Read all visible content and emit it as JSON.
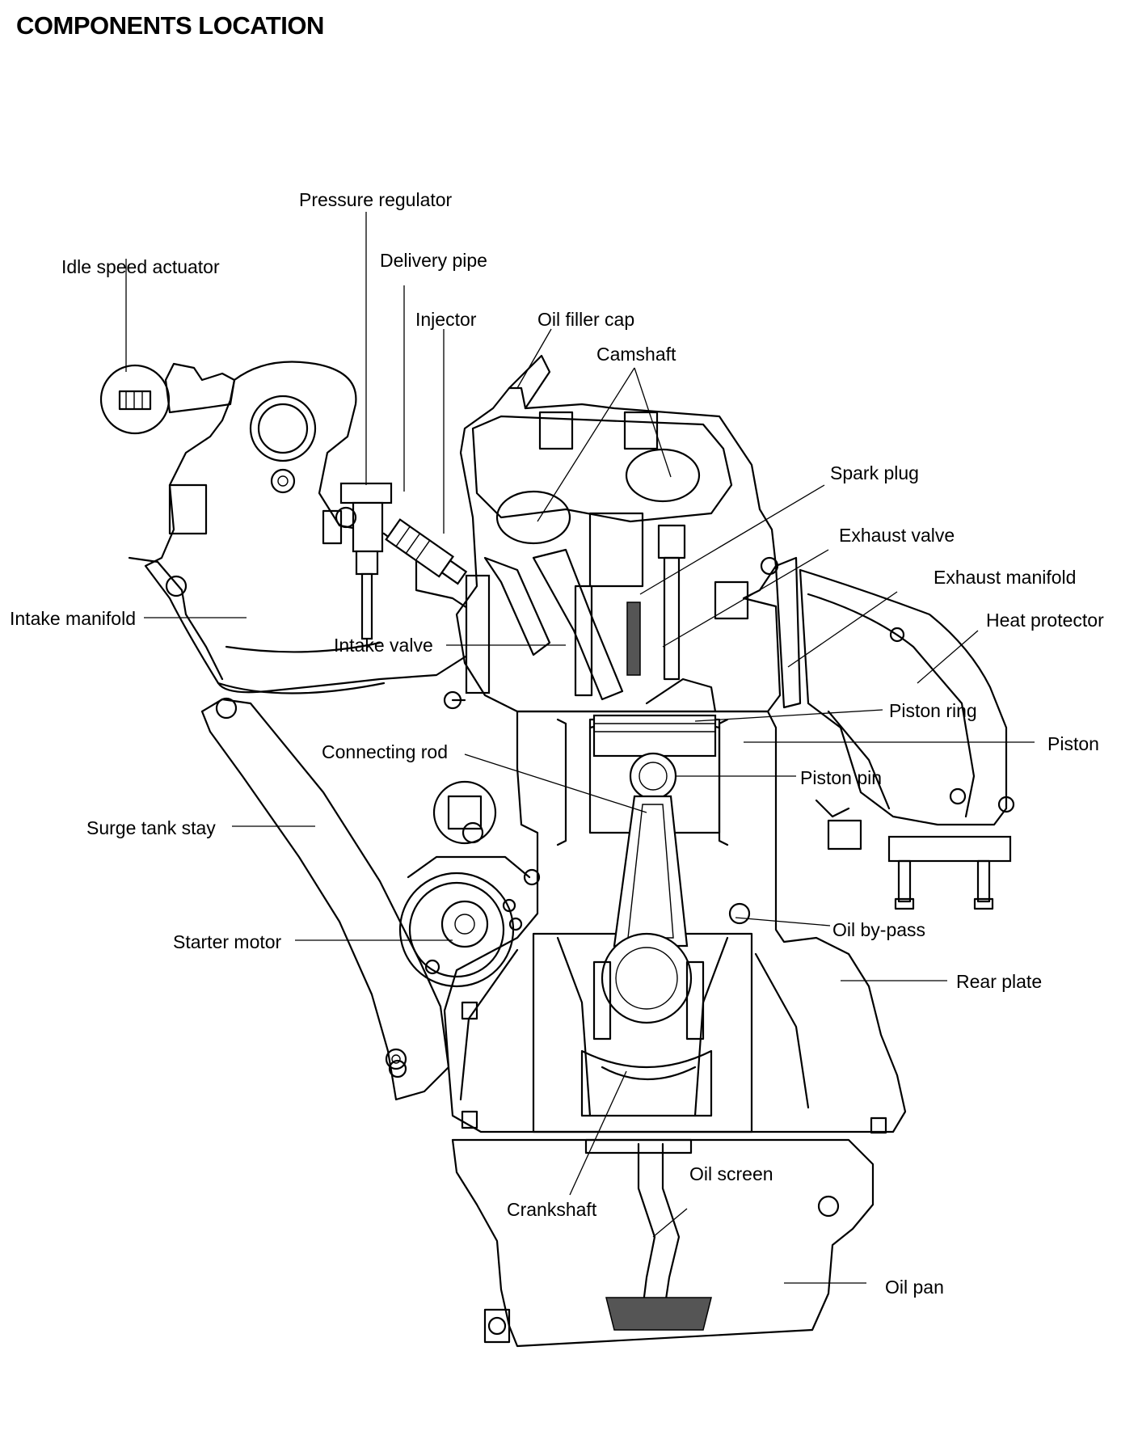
{
  "title": "COMPONENTS LOCATION",
  "labels": {
    "pressure_regulator": "Pressure regulator",
    "idle_speed_actuator": "Idle speed actuator",
    "delivery_pipe": "Delivery pipe",
    "injector": "Injector",
    "oil_filler_cap": "Oil filler cap",
    "camshaft": "Camshaft",
    "spark_plug": "Spark plug",
    "exhaust_valve": "Exhaust valve",
    "exhaust_manifold": "Exhaust manifold",
    "heat_protector": "Heat protector",
    "intake_manifold": "Intake manifold",
    "intake_valve": "Intake valve",
    "piston_ring": "Piston ring",
    "piston": "Piston",
    "connecting_rod": "Connecting rod",
    "piston_pin": "Piston pin",
    "surge_tank_stay": "Surge tank stay",
    "starter_motor": "Starter motor",
    "oil_by_pass": "Oil  by-pass",
    "rear_plate": "Rear plate",
    "oil_screen": "Oil screen",
    "crankshaft": "Crankshaft",
    "oil_pan": "Oil pan"
  }
}
